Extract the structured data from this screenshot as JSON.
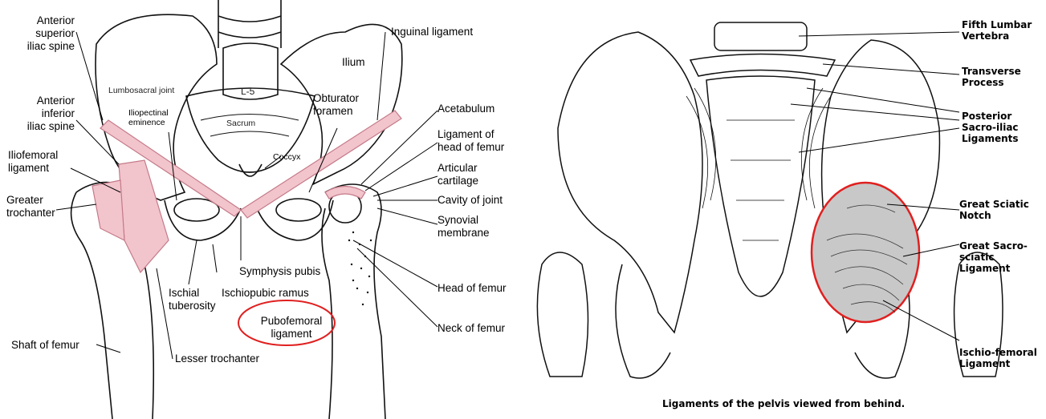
{
  "left": {
    "labels": {
      "asis": "Anterior\nsuperior\niliac spine",
      "aiis": "Anterior\ninferior\niliac spine",
      "iliofemoral": "Iliofemoral\nligament",
      "greater_trochanter": "Greater\ntrochanter",
      "shaft": "Shaft of femur",
      "lumbosacral": "Lumbosacral joint",
      "l5": "L-5",
      "iliopectinal": "Iliopectinal\neminence",
      "sacrum": "Sacrum",
      "coccyx": "Coccyx",
      "ilium": "Ilium",
      "inguinal": "Inguinal ligament",
      "obturator": "Obturator\nforamen",
      "acetabulum": "Acetabulum",
      "lig_head": "Ligament of\nhead of femur",
      "articular": "Articular\ncartilage",
      "cavity": "Cavity of joint",
      "synovial": "Synovial\nmembrane",
      "symphysis": "Symphysis pubis",
      "ischial": "Ischial\ntuberosity",
      "ischiopubic": "Ischiopubic ramus",
      "lesser": "Lesser trochanter",
      "pubofemoral": "Pubofemoral\nligament",
      "head_femur": "Head of femur",
      "neck_femur": "Neck of femur"
    },
    "colors": {
      "ligament": "#f2c4cc",
      "ligament_stroke": "#c47a88",
      "highlight": "#e02020"
    }
  },
  "right": {
    "labels": {
      "fifth_lumbar": "Fifth Lumbar\nVertebra",
      "transverse": "Transverse\nProcess",
      "posterior": "Posterior\nSacro-iliac\nLigaments",
      "sciatic_notch": "Great Sciatic\nNotch",
      "sacrosciatic": "Great Sacro-\nsciatic\nLigament",
      "ischiofemoral": "Ischio-femoral\nLigament"
    },
    "caption": "Ligaments of the pelvis viewed from behind.",
    "colors": {
      "shade": "#c8c8c8",
      "highlight": "#e02020"
    }
  }
}
